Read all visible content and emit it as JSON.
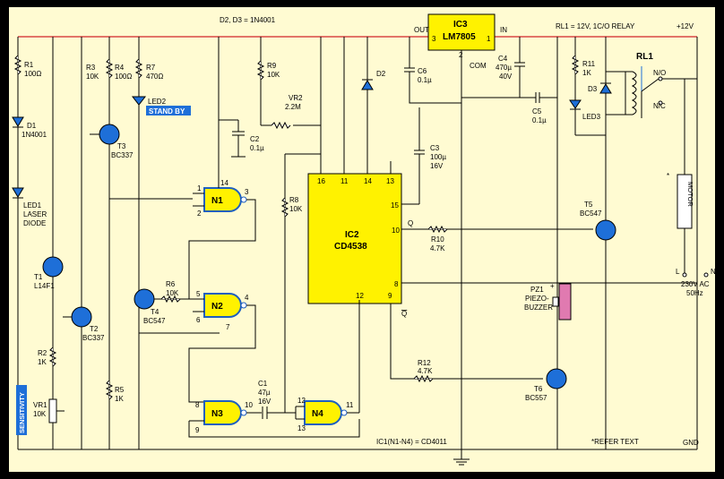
{
  "colors": {
    "background": "#fffbd2",
    "supply_rail": "#d2232a",
    "ic_fill": "#fff200",
    "gate_fill": "#fff200",
    "gate_outline": "#1e5fbf",
    "tag_fill": "#1e6fd8",
    "wire": "#000000"
  },
  "header": {
    "diode_note": "D2, D3 = 1N4001",
    "relay_note": "RL1 = 12V, 1C/O RELAY",
    "vplus": "+12V",
    "gnd": "GND",
    "refer_text": "*REFER TEXT",
    "ic1_note": "IC1(N1-N4) = CD4011"
  },
  "regulator": {
    "name": "IC3",
    "part": "LM7805",
    "out": "OUT",
    "in": "IN",
    "com": "COM",
    "pin_out": "3",
    "pin_in": "1",
    "pin_com": "2"
  },
  "timer": {
    "name": "IC2",
    "part": "CD4538",
    "pins": [
      "16",
      "11",
      "14",
      "13",
      "15",
      "10",
      "8",
      "12",
      "9"
    ],
    "q": "Q",
    "qbar": "Q"
  },
  "gates": [
    {
      "name": "N1",
      "in_a": "1",
      "in_b": "2",
      "out": "3",
      "vdd": "14"
    },
    {
      "name": "N2",
      "in_a": "5",
      "in_b": "6",
      "out": "4",
      "extra": "7"
    },
    {
      "name": "N3",
      "in_a": "8",
      "in_b": "9",
      "out": "10"
    },
    {
      "name": "N4",
      "in_a": "12",
      "in_b": "13",
      "out": "11"
    }
  ],
  "resistors": [
    {
      "name": "R1",
      "value": "100Ω"
    },
    {
      "name": "R3",
      "value": "10K"
    },
    {
      "name": "R4",
      "value": "100Ω"
    },
    {
      "name": "R7",
      "value": "470Ω"
    },
    {
      "name": "R9",
      "value": "10K"
    },
    {
      "name": "VR2",
      "value": "2.2M"
    },
    {
      "name": "R8",
      "value": "10K"
    },
    {
      "name": "R6",
      "value": "10K"
    },
    {
      "name": "R2",
      "value": "1K"
    },
    {
      "name": "VR1",
      "value": "10K"
    },
    {
      "name": "R5",
      "value": "1K"
    },
    {
      "name": "R10",
      "value": "4.7K"
    },
    {
      "name": "R12",
      "value": "4.7K"
    },
    {
      "name": "R11",
      "value": "1K"
    }
  ],
  "capacitors": [
    {
      "name": "C2",
      "value": "0.1µ"
    },
    {
      "name": "C6",
      "value": "0.1µ"
    },
    {
      "name": "C3",
      "value": "100µ",
      "volt": "16V"
    },
    {
      "name": "C4",
      "value": "470µ",
      "volt": "40V"
    },
    {
      "name": "C5",
      "value": "0.1µ"
    },
    {
      "name": "C1",
      "value": "47µ",
      "volt": "16V"
    }
  ],
  "diodes": [
    {
      "name": "D1",
      "value": "1N4001"
    },
    {
      "name": "D2"
    },
    {
      "name": "D3"
    }
  ],
  "leds": [
    {
      "name": "LED1",
      "line2": "LASER",
      "line3": "DIODE"
    },
    {
      "name": "LED2"
    },
    {
      "name": "LED3"
    }
  ],
  "transistors": [
    {
      "name": "T1",
      "part": "L14F1"
    },
    {
      "name": "T2",
      "part": "BC337"
    },
    {
      "name": "T3",
      "part": "BC337"
    },
    {
      "name": "T4",
      "part": "BC547"
    },
    {
      "name": "T5",
      "part": "BC547"
    },
    {
      "name": "T6",
      "part": "BC557"
    }
  ],
  "tags": {
    "standby": "STAND BY",
    "sensitivity": "SENSITIVITY"
  },
  "buzzer": {
    "name": "PZ1",
    "line2": "PIEZO-",
    "line3": "BUZZER",
    "plus": "+"
  },
  "relay": {
    "name": "RL1",
    "no": "N/O",
    "nc": "N/C"
  },
  "motor": {
    "label": "MOTOR",
    "star": "*"
  },
  "mains": {
    "l": "L",
    "n": "N",
    "line1": "230V AC",
    "line2": "50Hz"
  }
}
